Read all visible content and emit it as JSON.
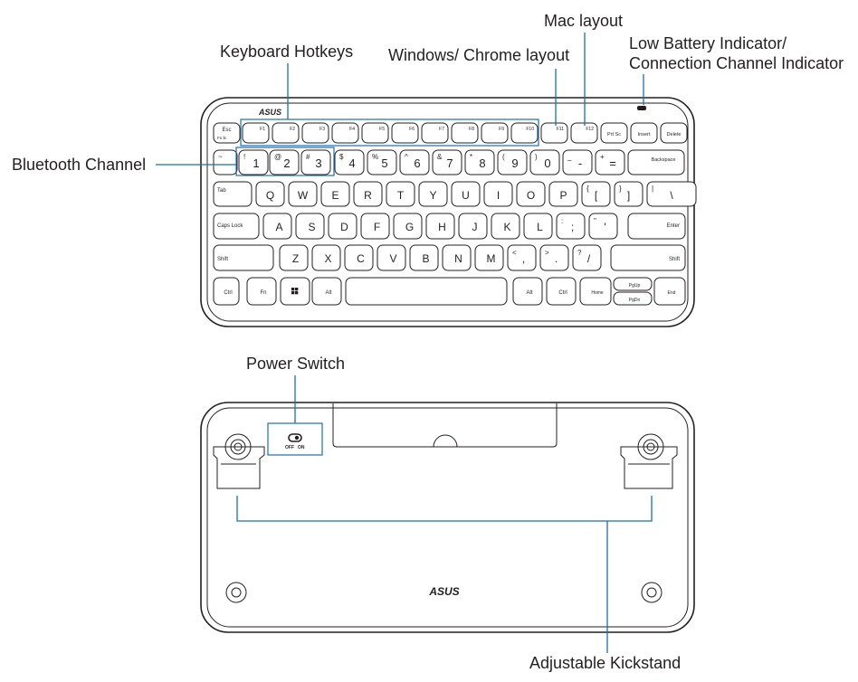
{
  "callouts": {
    "keyboard_hotkeys": "Keyboard Hotkeys",
    "windows_chrome_layout": "Windows/ Chrome layout",
    "mac_layout": "Mac layout",
    "battery_line1": "Low Battery Indicator/",
    "battery_line2": "Connection Channel Indicator",
    "bluetooth_channel": "Bluetooth Channel",
    "power_switch": "Power Switch",
    "adjustable_kickstand": "Adjustable Kickstand"
  },
  "brand": "ASUS",
  "power_switch_labels": {
    "off": "OFF",
    "on": "ON"
  },
  "keys": {
    "row1": [
      "Esc",
      "F1",
      "F2",
      "F3",
      "F4",
      "F5",
      "F6",
      "F7",
      "F8",
      "F9",
      "F10",
      "F11",
      "F12",
      "Prt Sc",
      "Insert",
      "Delete"
    ],
    "row1_sub": [
      "Fn lk",
      "",
      "",
      "",
      "",
      "",
      "",
      "",
      "",
      "",
      "",
      "",
      "",
      "",
      "",
      ""
    ],
    "row2_main": [
      "",
      "1",
      "2",
      "3",
      "4",
      "5",
      "6",
      "7",
      "8",
      "9",
      "0",
      "-",
      "=",
      "Backspace"
    ],
    "row2_shift": [
      "~",
      "!",
      "@",
      "#",
      "$",
      "%",
      "^",
      "&",
      "*",
      "(",
      ")",
      "_",
      "+",
      ""
    ],
    "row3": [
      "Tab",
      "Q",
      "W",
      "E",
      "R",
      "T",
      "Y",
      "U",
      "I",
      "O",
      "P",
      "[",
      "]",
      "\\"
    ],
    "row3_shift": [
      "",
      "",
      "",
      "",
      "",
      "",
      "",
      "",
      "",
      "",
      "",
      "{",
      "}",
      "|"
    ],
    "row4": [
      "Caps Lock",
      "A",
      "S",
      "D",
      "F",
      "G",
      "H",
      "J",
      "K",
      "L",
      ";",
      "'",
      "Enter"
    ],
    "row4_shift": [
      "",
      "",
      "",
      "",
      "",
      "",
      "",
      "",
      "",
      "",
      ":",
      "\"",
      ""
    ],
    "row5": [
      "Shift",
      "Z",
      "X",
      "C",
      "V",
      "B",
      "N",
      "M",
      ",",
      ".",
      "/",
      "Shift"
    ],
    "row5_shift": [
      "",
      "",
      "",
      "",
      "",
      "",
      "",
      "",
      "<",
      ">",
      "?",
      ""
    ],
    "row6": [
      "Ctrl",
      "Fn",
      "",
      "Alt",
      "",
      "Alt",
      "Ctrl",
      "Home",
      "PgUp",
      "PgDn",
      "End"
    ]
  },
  "colors": {
    "leader": "#1a6fb5",
    "outline": "#231f20"
  }
}
